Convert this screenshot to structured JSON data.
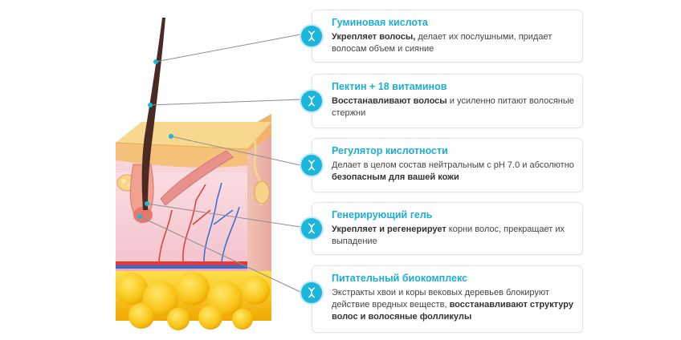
{
  "colors": {
    "accent": "#1cb6dd",
    "title": "#1aaed6",
    "text": "#444444",
    "skin": "#f7c9d0",
    "epidermis": "#f7ca7e",
    "fat": "#f7c21a",
    "hair": "#4a2a22"
  },
  "icon": "dna-icon",
  "callouts": [
    {
      "title": "Гуминовая кислота",
      "bold1": "Укрепляет волосы,",
      "text1": " делает их послушными, придает волосам объем и сияние",
      "bold2": "",
      "text2": ""
    },
    {
      "title": "Пектин + 18 витаминов",
      "bold1": "Восстанавливают волосы",
      "text1": " и усиленно питают волосяные стержни",
      "bold2": "",
      "text2": ""
    },
    {
      "title": "Регулятор кислотности",
      "bold1": "",
      "text1": "Делает в целом состав нейтральным с pH 7.0 и абсолютно ",
      "bold2": "безопасным для вашей кожи",
      "text2": ""
    },
    {
      "title": "Генерирующий гель",
      "bold1": "Укрепляет и регенерирует",
      "text1": " корни волос, прекращает их выпадение",
      "bold2": "",
      "text2": ""
    },
    {
      "title": "Питательный биокомплекс",
      "bold1": "",
      "text1": "Экстракты хвои и коры вековых деревьев блокируют действие вредных веществ, ",
      "bold2": "восстанавливают структуру волос и волосяные фолликулы",
      "text2": ""
    }
  ]
}
